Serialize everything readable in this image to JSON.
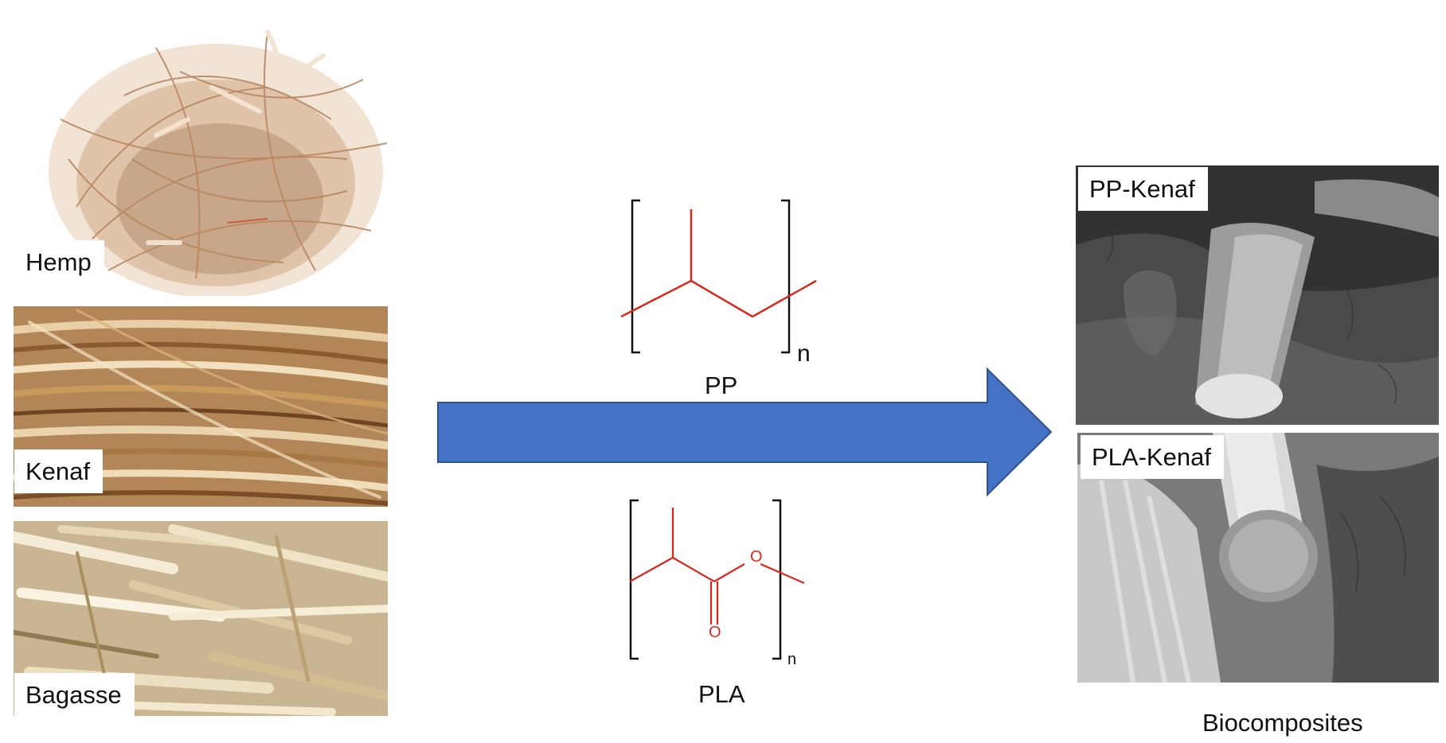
{
  "fibers": {
    "hemp_label": "Hemp",
    "kenaf_label": "Kenaf",
    "bagasse_label": "Bagasse"
  },
  "polymers": {
    "pp": {
      "label": "PP",
      "subscript": "n"
    },
    "pla": {
      "label": "PLA",
      "subscript": "n",
      "oxygen_1": "O",
      "oxygen_2": "O"
    }
  },
  "composites": {
    "pp_kenaf_label": "PP-Kenaf",
    "pla_kenaf_label": "PLA-Kenaf",
    "caption": "Biocomposites"
  },
  "colors": {
    "arrow_fill": "#4472c4",
    "arrow_stroke": "#2f528f",
    "chem_bond": "#d42a1e",
    "bracket": "#111111"
  }
}
